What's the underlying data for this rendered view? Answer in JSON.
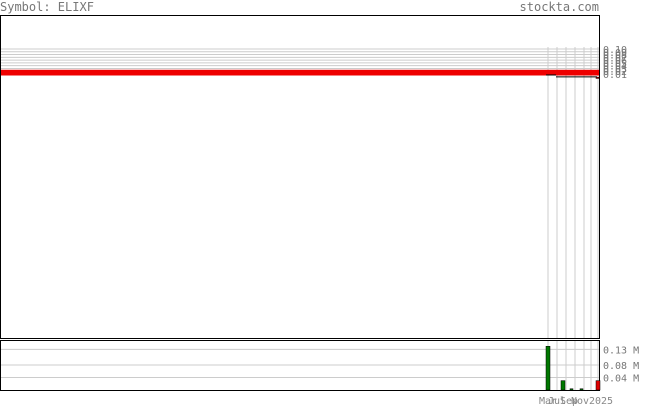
{
  "header": {
    "symbol_label": "Symbol: ELIXF",
    "site": "stockta.com"
  },
  "chart_data": {
    "type": "candlestick",
    "price_axis": {
      "ticks": [
        "0.10",
        "0.09",
        "0.08",
        "0.07",
        "0.06",
        "0.05",
        "0.04",
        "0.03",
        "0.02",
        "0.01"
      ],
      "ylim": [
        0.0,
        0.1
      ]
    },
    "volume_axis": {
      "ticks": [
        "0.13 M",
        "0.08 M",
        "0.04 M"
      ],
      "ylim": [
        0,
        0.16
      ]
    },
    "x_tick_labels": [
      "Mar",
      "Jul",
      "Sep",
      "Nov",
      "2025"
    ],
    "support_resistance_lines": [
      0.02,
      0.01
    ],
    "price_marks": [
      {
        "kind": "tick",
        "value": 0.0065
      },
      {
        "kind": "segment",
        "value": -0.0003
      },
      {
        "kind": "candle",
        "open": -0.0015,
        "close": -0.006,
        "color": "#dd0000"
      }
    ],
    "volume_bars": [
      {
        "value": 0.14,
        "color": "#007700"
      },
      {
        "value": 0.03,
        "color": "#007700"
      },
      {
        "value": 0.004,
        "color": "#007700"
      },
      {
        "value": 0.004,
        "color": "#007700"
      },
      {
        "value": 0.03,
        "color": "#dd0000"
      }
    ],
    "colors": {
      "support_line": "#ee0000",
      "up": "#007700",
      "down": "#dd0000",
      "grid": "#cccccc"
    }
  }
}
